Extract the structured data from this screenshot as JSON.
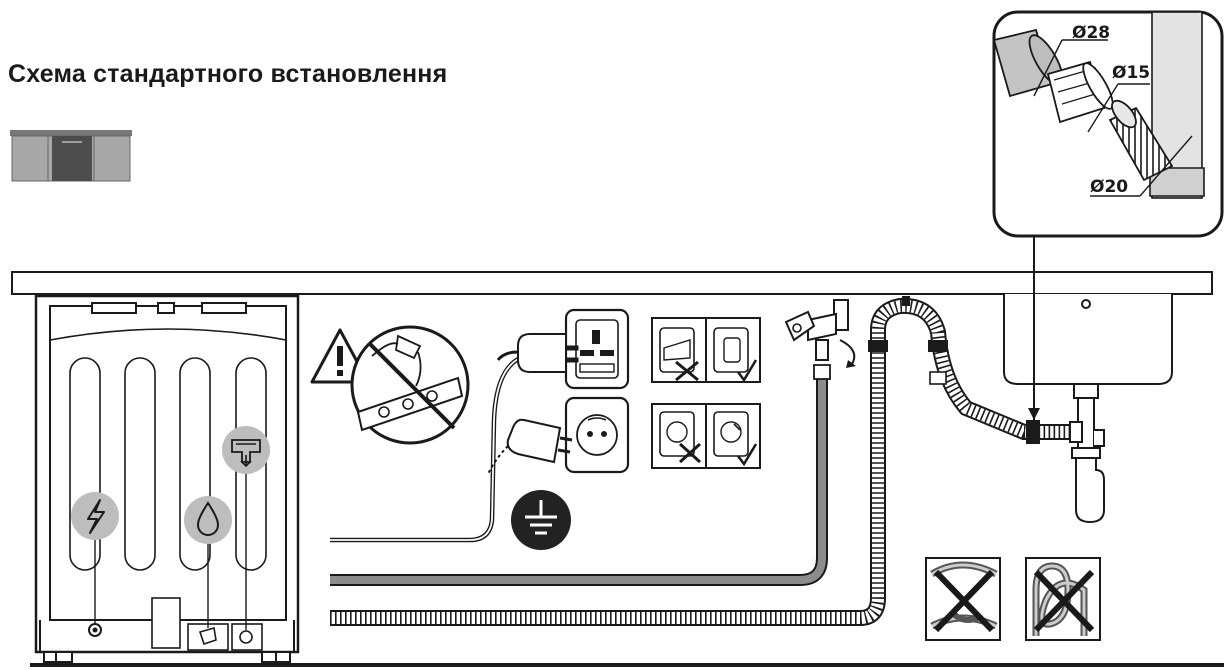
{
  "header": {
    "title": "Схема стандартного встановлення"
  },
  "detail_callout": {
    "labels": {
      "d28": "Ø28",
      "d15": "Ø15",
      "d20": "Ø20"
    }
  },
  "icons": {
    "warning": "warning-triangle-icon",
    "no_extension": "no-extension-cord-icon",
    "earth": "earth-ground-icon",
    "power": "lightning-bolt-icon",
    "water": "water-drop-icon",
    "drain": "drain-icon",
    "correct": "check-mark-icon",
    "wrong": "cross-mark-icon"
  },
  "colors": {
    "line": "#1a1a1a",
    "cabinet_fill": "#9a9a9a",
    "door_fill": "#4d4d4d",
    "icon_circle": "#bdbdbd",
    "inlet_hose": "#8c8c8c",
    "earth_badge": "#222222"
  }
}
